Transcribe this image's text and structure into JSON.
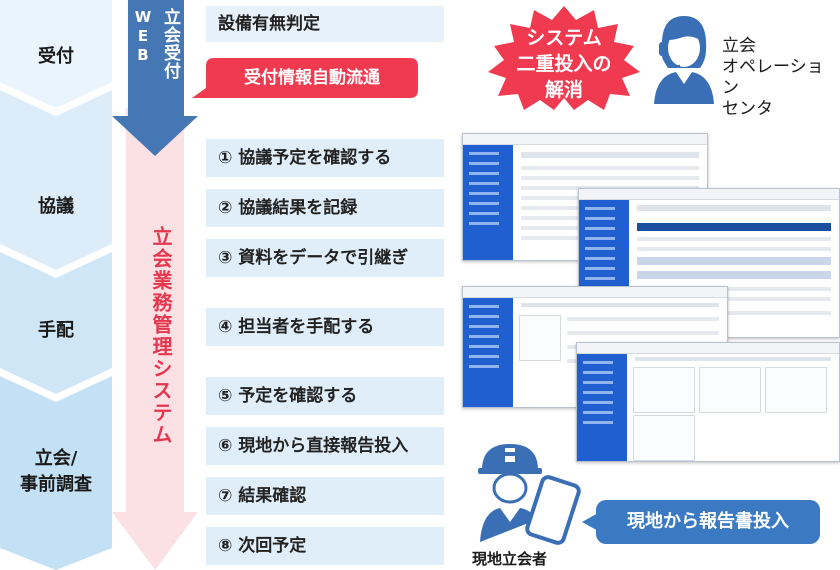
{
  "phases": [
    "受付",
    "協議",
    "手配",
    "立会/\n事前調査"
  ],
  "web_intake": "立会受付",
  "web_prefix": "WEB",
  "system_name": "立会業務管理システム",
  "intake_step": "設備有無判定",
  "auto_flow": "受付情報自動流通",
  "steps": [
    "① 協議予定を確認する",
    "② 協議結果を記録",
    "③ 資料をデータで引継ぎ",
    "④ 担当者を手配する",
    "⑤ 予定を確認する",
    "⑥ 現地から直接報告投入",
    "⑦ 結果確認",
    "⑧ 次回予定"
  ],
  "burst": [
    "システム",
    "二重投入の",
    "解消"
  ],
  "operator": [
    "立会",
    "オペレーション",
    "センタ"
  ],
  "site_person": "現地立会者",
  "report_bubble": "現地から報告書投入",
  "colors": {
    "phase_light": "#e9f4fc",
    "phase_mid": "#d6ebf8",
    "phase_dark": "#c2e1f4",
    "web_blue": "#4677b5",
    "pink": "#fbe0e3",
    "accent_red": "#f03a50",
    "step_bg": "#dfeef9",
    "icon_blue": "#3a6fb6"
  }
}
